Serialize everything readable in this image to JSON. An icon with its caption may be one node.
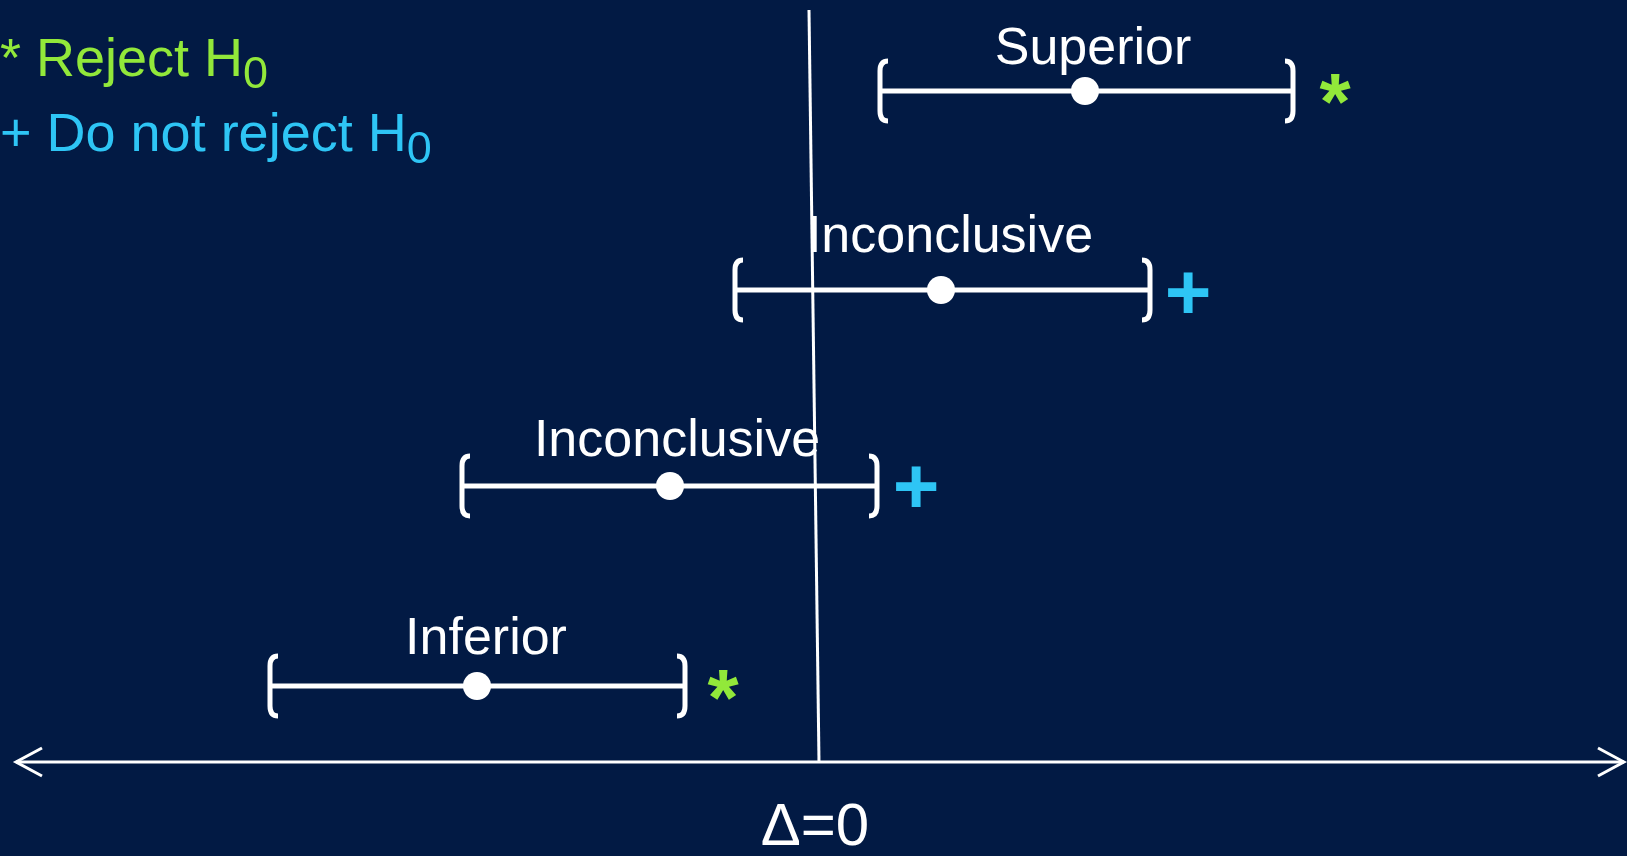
{
  "diagram": {
    "labels": [
      "* Reject H$_{0}$",
      "+ Do not reject H$_{0}$",
      "Superior",
      "*",
      "Inconclusive",
      "+",
      "Inconclusive",
      "+",
      "Inferior",
      "*",
      "Δ=0"
    ]
  }
}
